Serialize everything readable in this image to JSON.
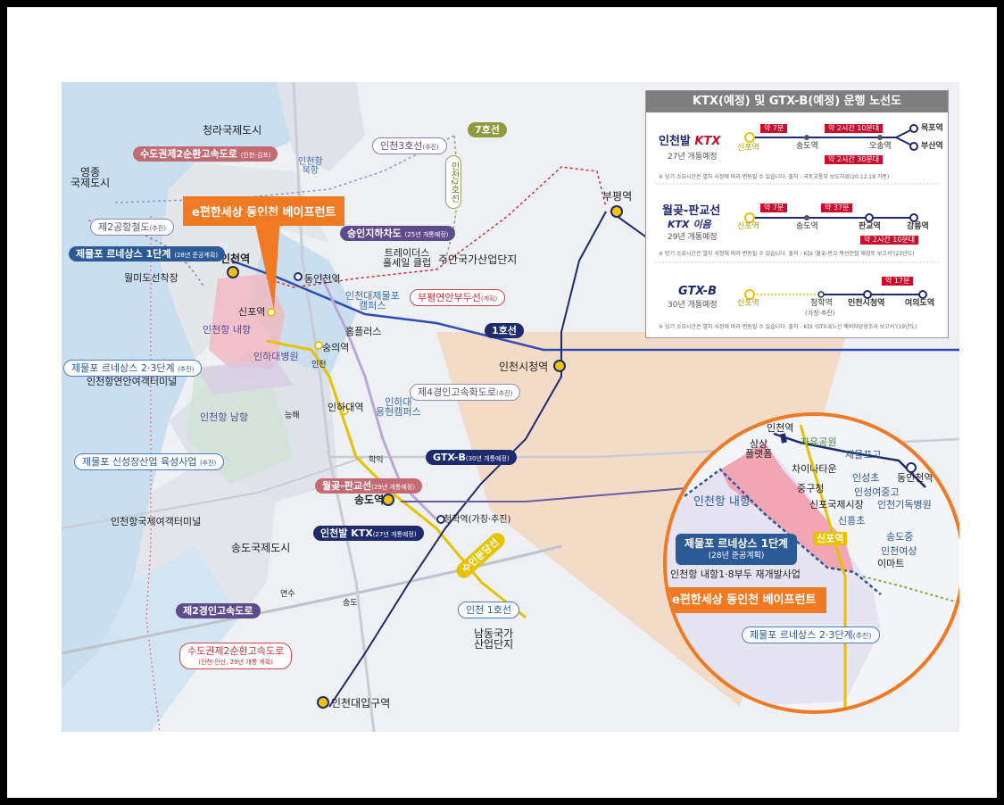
{
  "map": {
    "callout_main": "e편한세상 동인천 베이프런트",
    "labels": {
      "cheongna": "청라국제도시",
      "yeongjong": "영종\n국제도시",
      "incheon_north_port": "인천항\n북항",
      "wolmido": "월미도선착장",
      "incheon_station": "인천역",
      "dongincheon_station": "동인천역",
      "sinpo_station": "신포역",
      "incheon_inner_port": "인천항 내항",
      "inha_univ_hospital": "인하대병원",
      "soongui_station": "숭의역",
      "homeplus": "홈플러스",
      "inha_univ_station": "인하대역",
      "inha_yonghyeon": "인하대\n용현캠퍼스",
      "incheon_south_port": "인천항 남항",
      "traders": "트레이더스\n홀세일 클럽",
      "juan_industrial": "주안국가산업단지",
      "incheon_univ_jemulpo": "인천대제물포\n캠퍼스",
      "bupyeong_station": "부평역",
      "incheon_cityhall_station": "인천시청역",
      "coastal_ferry_terminal": "인천항연안여객터미널",
      "intl_ferry_terminal": "인천항국제여객터미널",
      "songdo_intl_city": "송도국제도시",
      "songdo_station": "송도역",
      "cheonghak_station": "청학역(가칭·추진)",
      "namdong_industrial": "남동국가\n산업단지",
      "incheon_univ_station": "인천대입구역",
      "incheon_ic": "인천",
      "neunghae": "능해",
      "hakik": "학익",
      "yeonsu": "연수",
      "songdo_ic": "송도"
    },
    "pills": {
      "capital_ring_2": "수도권제2순환고속도로",
      "capital_ring_2_note": "(인천-김포)",
      "incheon_line3": "인천3호선",
      "incheon_line3_note": "(추진)",
      "line7": "7호선",
      "incheon_line2": "인천2호선",
      "airport_rail_2": "제2공항철도",
      "airport_rail_2_note": "(추진)",
      "jemulpo_1": "제물포 르네상스 1단계",
      "jemulpo_1_note": "(28년 준공계획)",
      "seungin_underpass": "승인지하차도",
      "seungin_underpass_note": "(25년 개통예정)",
      "bupyeong_pier": "부평연안부두선",
      "bupyeong_pier_note": "(계획)",
      "line1": "1호선",
      "jemulpo_23": "제물포 르네상스 2·3단계",
      "jemulpo_23_note": "(추진)",
      "gyeongin_4": "제4경인고속화도로",
      "gyeongin_4_note": "(추진)",
      "jemulpo_industry": "제물포 신성장산업 육성사업",
      "jemulpo_industry_note": "(추진)",
      "gtxb": "GTX-B",
      "gtxb_note": "(30년 개통예정)",
      "wolgot": "월곶-판교선",
      "wolgot_note": "(29년 개통예정)",
      "ktx": "인천발 KTX",
      "ktx_note": "(27년 개통예정)",
      "suin_bundang": "수인분당선",
      "gyeongin_2": "제2경인고속도로",
      "capital_ring_2b": "수도권제2순환고속도로",
      "capital_ring_2b_note": "(인천-안산, 29년 개통 계획)",
      "incheon_line1": "인천 1호선"
    }
  },
  "panel": {
    "title": "KTX(예정) 및 GTX-B(예정) 운행 노선도",
    "ktx": {
      "name": "인천발",
      "brand": "KTX",
      "open": "27년 개통예정",
      "stations": [
        "신포역",
        "송도역",
        "오송역",
        "목포역",
        "부산역"
      ],
      "tags": [
        "약 7분",
        "약 2시간 10분대",
        "약 2시간 30분대"
      ],
      "note": "※ 상기 소요시간은 열차 사정에 따라 변동될 수 있습니다. 출처 : 국토교통부 보도자료(20.12.18 기준)"
    },
    "wolgot": {
      "name": "월곶-판교선",
      "brand": "KTX 이음",
      "open": "29년 개통예정",
      "stations": [
        "신포역",
        "송도역",
        "판교역",
        "강릉역"
      ],
      "tags": [
        "약 7분",
        "약 37분",
        "약 2시간 10분대"
      ],
      "note": "※ 상기 소요시간은 열차 사정에 따라 변동될 수 있습니다. 출처 : KDI '월곶-판교 복선전철 재검토 보고서'(23년도)"
    },
    "gtxb": {
      "brand": "GTX-B",
      "open": "30년 개통예정",
      "stations": [
        "신포역",
        "청학역",
        "인천시청역",
        "여의도역"
      ],
      "station_note": "(가칭·추진)",
      "tags": [
        "약 17분"
      ],
      "note": "※ 상기 소요시간은 열차 사정에 따라 변동될 수 있습니다. 출처 : KDI 'GTX-B노선 예비타당성조사 보고서'(19년도)"
    }
  },
  "zoom": {
    "incheon_station": "인천역",
    "sangsang": "상상\n플랫폼",
    "jayu_park": "자유공원",
    "jemulpo_high": "제물포고",
    "chinatown": "차이나타운",
    "jung_gu_office": "중구청",
    "inseong_elem": "인성초",
    "inseong_middle": "인성여중고",
    "sinpo_market": "신포국제시장",
    "christian_hospital": "인천기독병원",
    "sinheung_elem": "신흥초",
    "inner_port": "인천항 내항",
    "dongincheon": "동인천역",
    "sinpo_station": "신포역",
    "songdo_middle": "송도중",
    "incheon_girls_middle": "인천여상",
    "emart": "이마트",
    "jemulpo_1": "제물포 르네상스 1단계",
    "jemulpo_1_note": "(28년 준공계획)",
    "redevelopment": "인천항 내항1·8부두 재개발사업",
    "callout": "e편한세상 동인천 베이프런트",
    "jemulpo_23": "제물포 르네상스 2·3단계",
    "jemulpo_23_note": "(추진)"
  }
}
